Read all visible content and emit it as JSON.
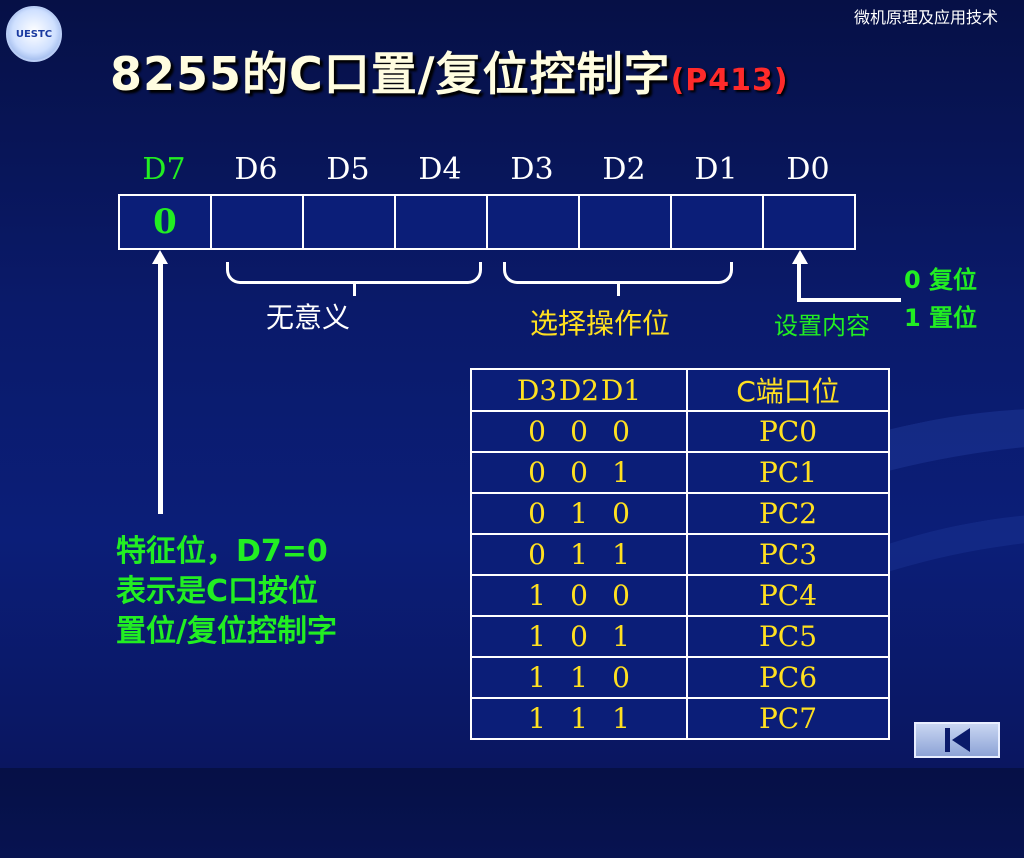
{
  "header": {
    "course_title": "微机原理及应用技术",
    "logo_text": "UESTC"
  },
  "title": {
    "main": "8255的C口置/复位控制字",
    "ref": "(P413)"
  },
  "bits": {
    "labels": [
      "D7",
      "D6",
      "D5",
      "D4",
      "D3",
      "D2",
      "D1",
      "D0"
    ],
    "values": [
      "0",
      "",
      "",
      "",
      "",
      "",
      "",
      ""
    ]
  },
  "annotations": {
    "meaningless": "无意义",
    "select_bits": "选择操作位",
    "set_content": "设置内容",
    "d0_reset": "0 复位",
    "d0_set": "1 置位"
  },
  "description": {
    "line1": "特征位，D7=0",
    "line2": "表示是C口按位",
    "line3": "置位/复位控制字"
  },
  "table": {
    "headers": [
      "D3  D2  D1",
      "C端口位"
    ],
    "header_bits": [
      "D3",
      "D2",
      "D1"
    ],
    "rows": [
      {
        "bits": [
          "0",
          "0",
          "0"
        ],
        "port": "PC0"
      },
      {
        "bits": [
          "0",
          "0",
          "1"
        ],
        "port": "PC1"
      },
      {
        "bits": [
          "0",
          "1",
          "0"
        ],
        "port": "PC2"
      },
      {
        "bits": [
          "0",
          "1",
          "1"
        ],
        "port": "PC3"
      },
      {
        "bits": [
          "1",
          "0",
          "0"
        ],
        "port": "PC4"
      },
      {
        "bits": [
          "1",
          "0",
          "1"
        ],
        "port": "PC5"
      },
      {
        "bits": [
          "1",
          "1",
          "0"
        ],
        "port": "PC6"
      },
      {
        "bits": [
          "1",
          "1",
          "1"
        ],
        "port": "PC7"
      }
    ]
  },
  "nav": {
    "back_icon": "skip-back-icon"
  },
  "colors": {
    "background": "#0a1a6a",
    "green": "#22ee22",
    "yellow": "#ffe020",
    "title": "#fffde0",
    "ref_red": "#ff2a2a"
  }
}
